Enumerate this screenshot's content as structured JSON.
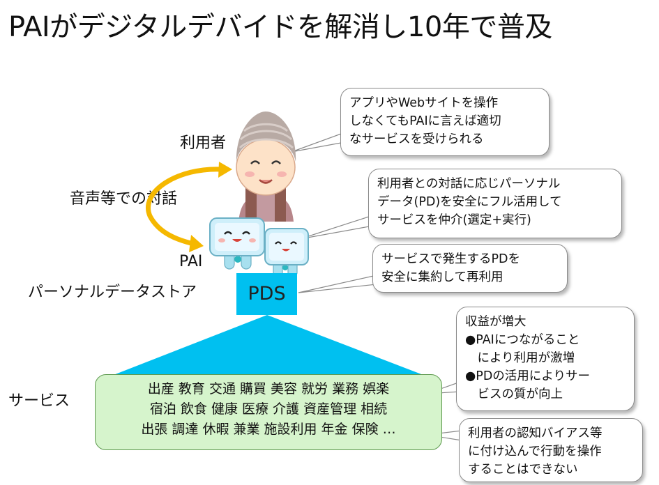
{
  "title": "PAIがデジタルデバイドを解消し10年で普及",
  "labels": {
    "user": "利用者",
    "voice": "音声等での対話",
    "pai": "PAI",
    "personal_data_store": "パーソナルデータストア",
    "pds": "PDS",
    "service": "サービス"
  },
  "bubbles": {
    "app": [
      "アプリやWebサイトを操作",
      "しなくてもPAIに言えば適切",
      "なサービスを受けられる"
    ],
    "dialog": [
      "利用者との対話に応じパーソナル",
      "データ(PD)を安全にフル活用して",
      "サービスを仲介(選定+実行)"
    ],
    "pd": [
      "サービスで発生するPDを",
      "安全に集約して再利用"
    ],
    "revenue": [
      "収益が増大",
      "●PAIにつながること",
      "　により利用が激増",
      "●PDの活用によりサー",
      "　ビスの質が向上"
    ],
    "bias": [
      "利用者の認知バイアス等",
      "に付け込んで行動を操作",
      "することはできない"
    ]
  },
  "services": [
    "出産 教育 交通 購買 美容 就労 業務 娯楽",
    "宿泊 飲食 健康 医療 介護 資産管理 相続",
    "出張 調達 休暇 兼業 施設利用 年金 保険 …"
  ],
  "colors": {
    "pds_fill": "#00c0f0",
    "arrow": "#f5b800",
    "service_fill": "#d6f4cc",
    "service_border": "#5f9a50"
  }
}
